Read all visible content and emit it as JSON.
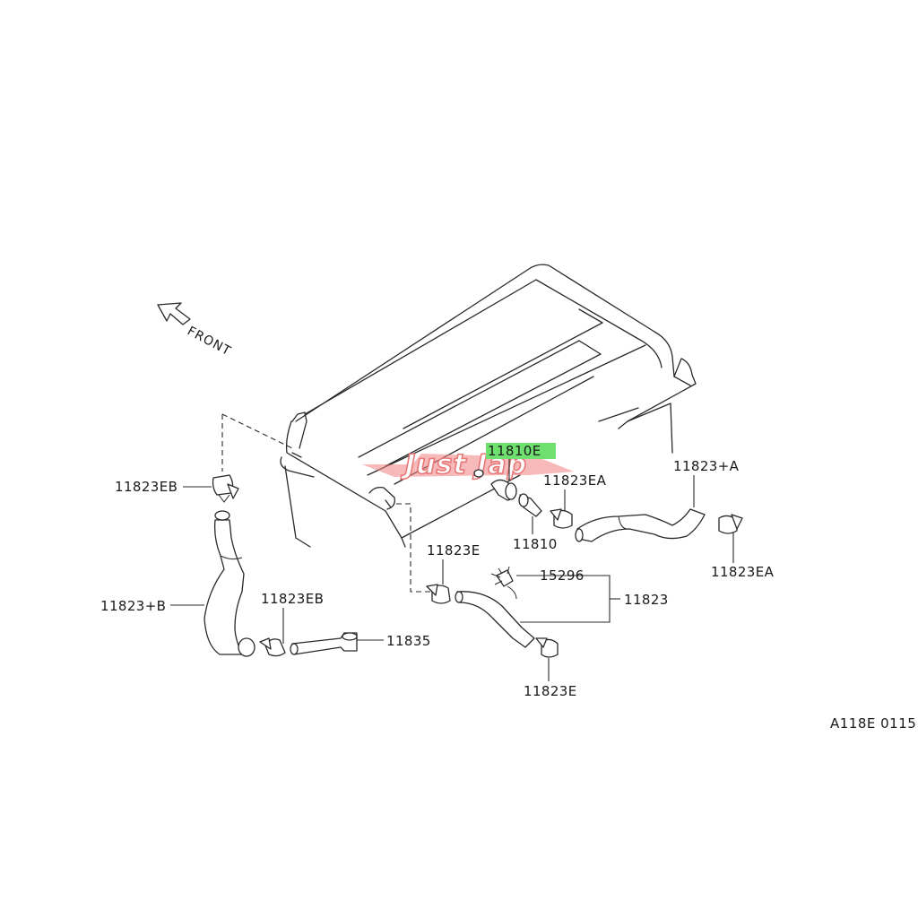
{
  "diagram": {
    "front_label": "FRONT",
    "diagram_code": "A118E 0115",
    "highlight_color": "#6fe06f",
    "watermark_color": "#f08080",
    "watermark_text": "Just Jap",
    "labels": {
      "p11810e": "11810E",
      "p11823ea_top": "11823EA",
      "p11823a": "11823+A",
      "p11823eb_top": "11823EB",
      "p11810": "11810",
      "p11823e_mid": "11823E",
      "p15296": "15296",
      "p11823": "11823",
      "p11823ea_right": "11823EA",
      "p11823b": "11823+B",
      "p11823eb_low": "11823EB",
      "p11835": "11835",
      "p11823e_low": "11823E"
    }
  }
}
